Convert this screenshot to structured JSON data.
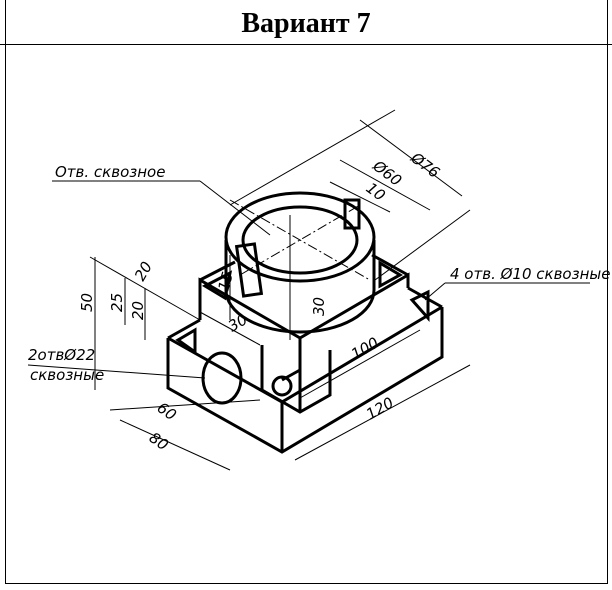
{
  "title": "Вариант 7",
  "drawing": {
    "callouts": {
      "through_hole": "Отв. сквозное",
      "four_holes": "4 отв. Ø10 сквозные",
      "two_holes_line1": "2отвØ22",
      "two_holes_line2": "сквозные"
    },
    "dimensions": {
      "d76": "Ø76",
      "d60": "Ø60",
      "slot10": "10",
      "h50": "50",
      "h25": "25",
      "h20a": "20",
      "w20": "20",
      "h15": "15",
      "w30": "30",
      "h30": "30",
      "l60": "60",
      "l80": "80",
      "l100": "100",
      "l120": "120"
    }
  }
}
